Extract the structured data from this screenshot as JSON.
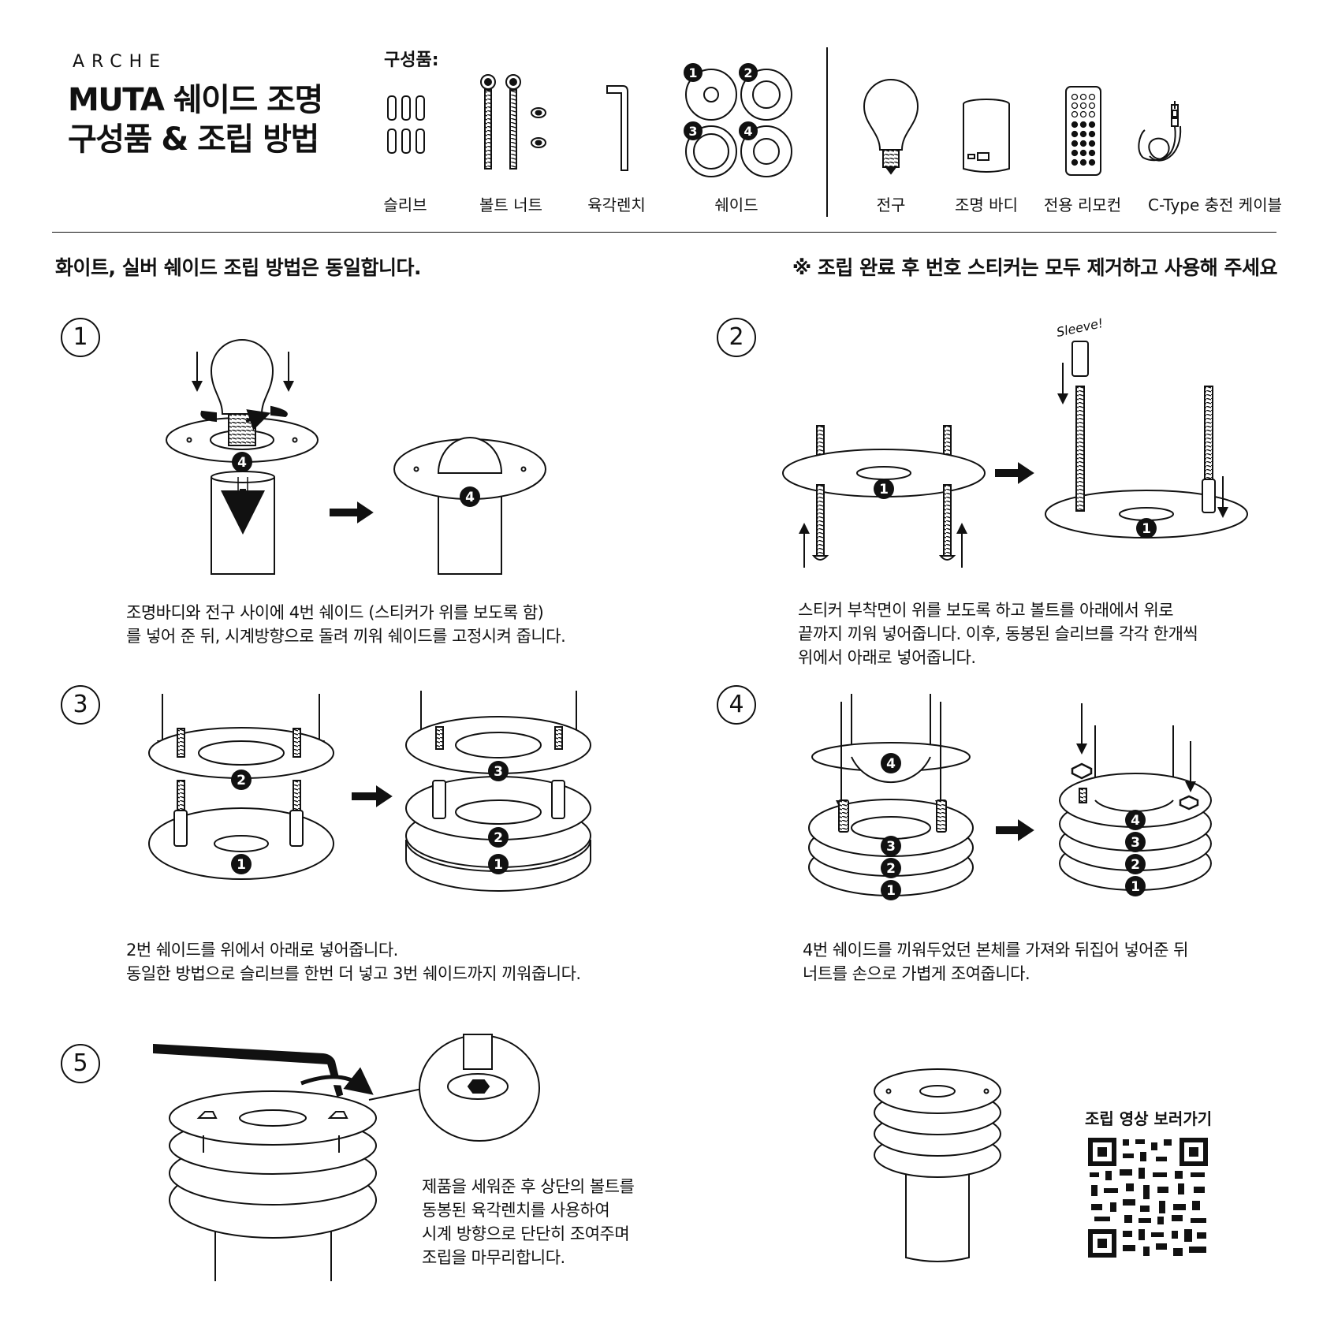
{
  "header": {
    "brand": "ARCHE",
    "title_line1": "MUTA 쉐이드 조명",
    "title_line2": "구성품 & 조립 방법",
    "components_heading": "구성품:"
  },
  "components": {
    "sleeve": "슬리브",
    "bolt_nut": "볼트 너트",
    "hex_wrench": "육각렌치",
    "shade": "쉐이드",
    "bulb": "전구",
    "light_body": "조명 바디",
    "remote": "전용 리모컨",
    "cable": "C-Type 충전 케이블"
  },
  "notes": {
    "left": "화이트, 실버 쉐이드 조립 방법은 동일합니다.",
    "right": "※ 조립 완료 후 번호 스티커는 모두 제거하고 사용해 주세요"
  },
  "steps": {
    "s1": {
      "num": "1",
      "line1": "조명바디와 전구 사이에 4번 쉐이드 (스티커가 위를 보도록 함)",
      "line2": "를 넣어 준 뒤, 시계방향으로 돌려 끼워 쉐이드를 고정시켜 줍니다."
    },
    "s2": {
      "num": "2",
      "line1": "스티커 부착면이 위를 보도록 하고 볼트를 아래에서 위로",
      "line2": "끝까지 끼워 넣어줍니다. 이후, 동봉된 슬리브를 각각 한개씩",
      "line3": "위에서 아래로 넣어줍니다.",
      "sleeve_tag": "Sleeve!"
    },
    "s3": {
      "num": "3",
      "line1": "2번 쉐이드를 위에서 아래로 넣어줍니다.",
      "line2": "동일한 방법으로 슬리브를 한번 더 넣고 3번 쉐이드까지 끼워줍니다."
    },
    "s4": {
      "num": "4",
      "line1": "4번 쉐이드를 끼워두었던 본체를 가져와 뒤집어 넣어준 뒤",
      "line2": "너트를 손으로 가볍게 조여줍니다."
    },
    "s5": {
      "num": "5",
      "line1": "제품을 세워준 후 상단의 볼트를",
      "line2": "동봉된 육각렌치를 사용하여",
      "line3": "시계 방향으로 단단히 조여주며",
      "line4": "조립을 마무리합니다."
    }
  },
  "shade_badges": {
    "b1": "1",
    "b2": "2",
    "b3": "3",
    "b4": "4"
  },
  "qr": {
    "title": "조립 영상 보러가기"
  }
}
